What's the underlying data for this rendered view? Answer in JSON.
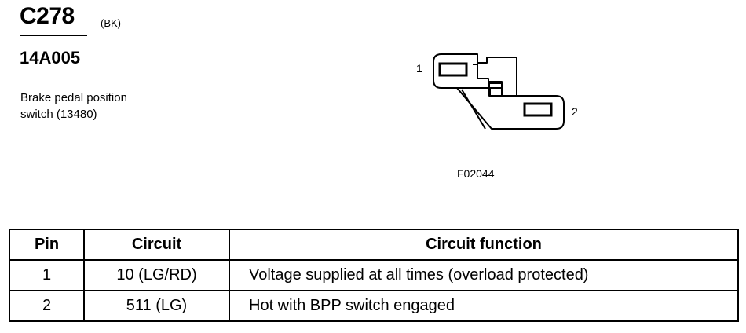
{
  "header": {
    "connector_id": "C278",
    "color_code": "(BK)",
    "part_number": "14A005",
    "description_lines": [
      "Brake pedal position",
      "switch (13480)"
    ]
  },
  "diagram": {
    "pin_labels": [
      "1",
      "2"
    ],
    "figure_code": "F02044"
  },
  "table": {
    "headers": [
      "Pin",
      "Circuit",
      "Circuit function"
    ],
    "rows": [
      [
        "1",
        "10 (LG/RD)",
        "Voltage supplied at all times (overload protected)"
      ],
      [
        "2",
        "511 (LG)",
        "Hot with BPP switch engaged"
      ]
    ]
  }
}
